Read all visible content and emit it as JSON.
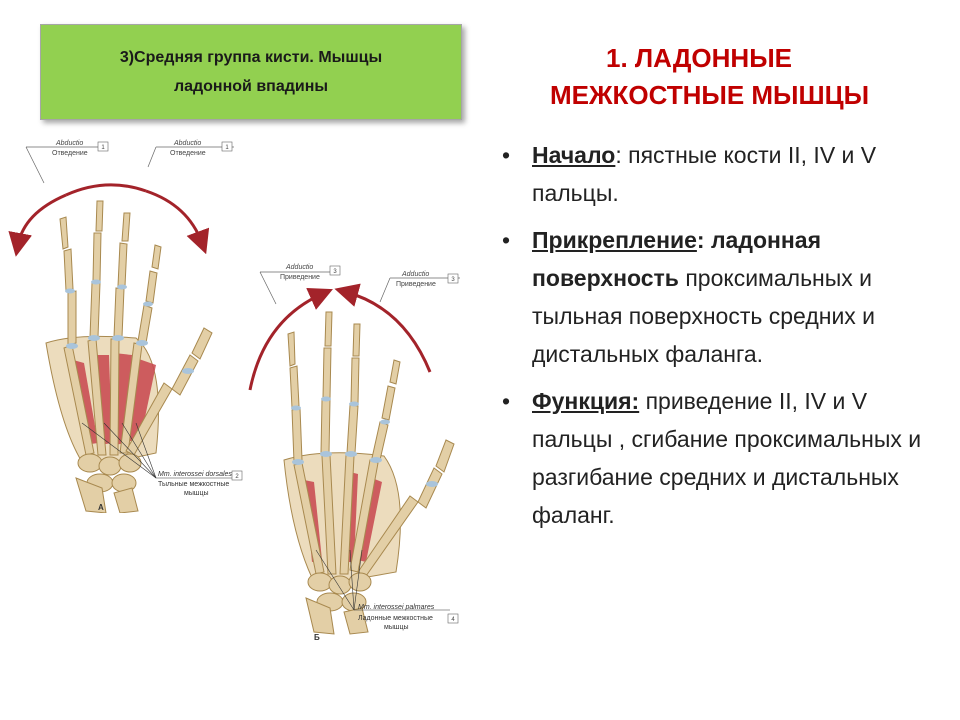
{
  "header": {
    "line1": "3)Средняя группа кисти. Мышцы",
    "line2": "ладонной впадины"
  },
  "title": {
    "line1": "1. ЛАДОННЫЕ",
    "line2": "МЕЖКОСТНЫЕ МЫШЦЫ"
  },
  "bullets": [
    {
      "marker": "•",
      "label": "Начало",
      "text": ": пястные кости II, IV и V пальцы."
    },
    {
      "marker": "•",
      "label": "Прикрепление",
      "bold_text": ": ладонная поверхность",
      "text": " проксимальных и  тыльная поверхность средних и дистальных фаланга."
    },
    {
      "marker": "•",
      "label": "Функция:",
      "text": " приведение II, IV и V пальцы , сгибание проксимальных и  разгибание  средних и дистальных фаланг."
    }
  ],
  "figure_a": {
    "label_left_lat": "Abductio",
    "label_left_ru": "Отведение",
    "label_right_lat": "Abductio",
    "label_right_ru": "Отведение",
    "box_num": "1",
    "muscle_lat": "Mm. interossei dorsales",
    "muscle_ru1": "Тыльные межкостные",
    "muscle_ru2": "мышцы",
    "muscle_num": "2",
    "letter": "А"
  },
  "figure_b": {
    "label_left_lat": "Adductio",
    "label_left_ru": "Приведение",
    "label_right_lat": "Adductio",
    "label_right_ru": "Приведение",
    "box_num": "3",
    "muscle_lat": "Mm. interossei palmares",
    "muscle_ru1": "Ладонные межкостные",
    "muscle_ru2": "мышцы",
    "muscle_num": "4",
    "letter": "Б"
  },
  "colors": {
    "header_bg": "#92d050",
    "title": "#c00000",
    "arrow": "#a3232a",
    "bone": "#e3cfa6",
    "bone_edge": "#a8894f",
    "joint": "#a9c4db",
    "muscle": "#c8454e"
  }
}
